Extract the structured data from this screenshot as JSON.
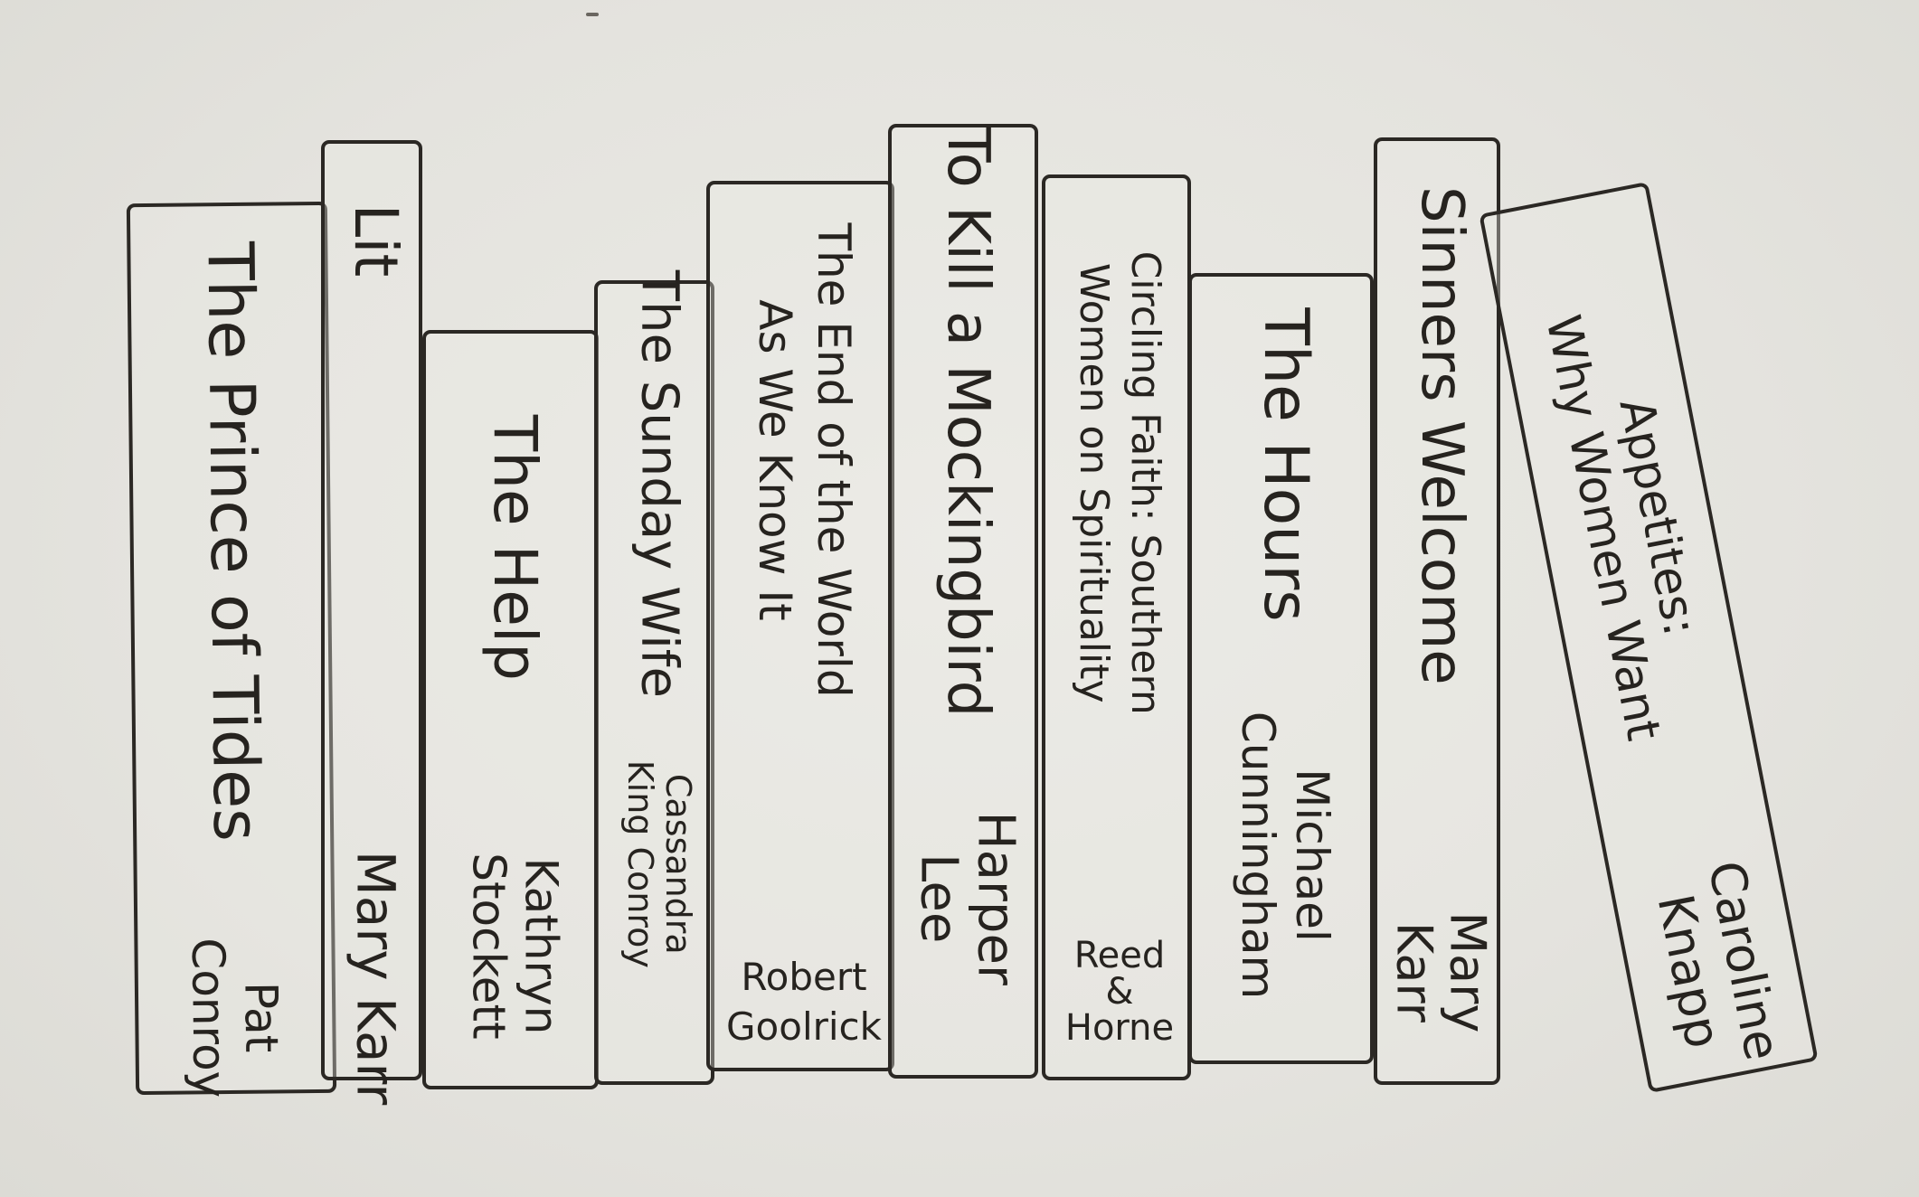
{
  "books": [
    {
      "title": "The Prince of Tides",
      "author_line1": "Pat",
      "author_line2": "Conroy"
    },
    {
      "title": "Lit",
      "author_line1": "Mary Karr",
      "author_line2": ""
    },
    {
      "title": "The Help",
      "author_line1": "Kathryn",
      "author_line2": "Stockett"
    },
    {
      "title": "The Sunday Wife",
      "author_line1": "Cassandra",
      "author_line2": "King Conroy"
    },
    {
      "title_line1": "The End of the World",
      "title_line2": "As We Know It",
      "author_line1": "Robert",
      "author_line2": "Goolrick"
    },
    {
      "title": "To Kill a Mockingbird",
      "author_line1": "Harper",
      "author_line2": "Lee"
    },
    {
      "title_line1": "Circling Faith: Southern",
      "title_line2": "Women on Spirituality",
      "author_line1": "Reed",
      "author_line2": "&",
      "author_line3": "Horne"
    },
    {
      "title": "The Hours",
      "author_line1": "Michael",
      "author_line2": "Cunningham"
    },
    {
      "title": "Sinners Welcome",
      "author_line1": "Mary",
      "author_line2": "Karr"
    },
    {
      "title_line1": "Appetites:",
      "title_line2": "Why Women Want",
      "author_line1": "Caroline",
      "author_line2": "Knapp"
    }
  ],
  "colors": {
    "ink": "#2b2824",
    "paper": "#e6e5e0"
  }
}
